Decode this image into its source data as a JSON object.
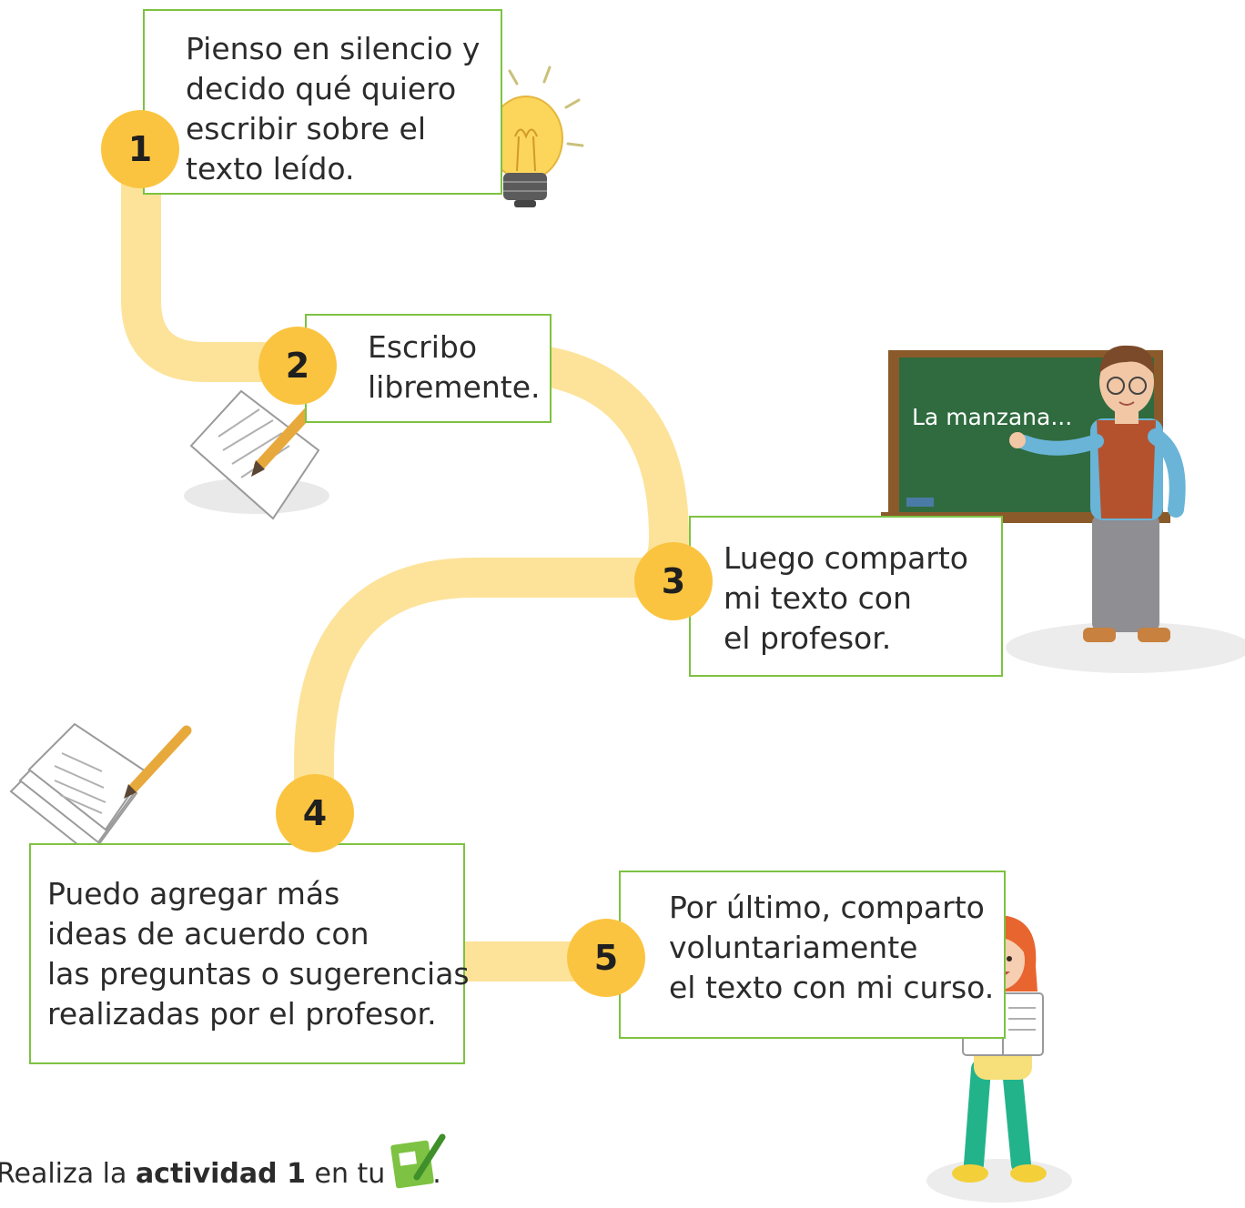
{
  "steps": [
    {
      "number": "1",
      "text": "Pienso en silencio y\ndecido qué quiero\nescribir sobre el\ntexto leído."
    },
    {
      "number": "2",
      "text": "Escribo\nlibremente."
    },
    {
      "number": "3",
      "text": "Luego comparto\nmi texto con\nel profesor."
    },
    {
      "number": "4",
      "text": "Puedo agregar más\nideas de acuerdo con\nlas preguntas o sugerencias\nrealizadas por el profesor."
    },
    {
      "number": "5",
      "text": "Por último,  comparto\nvoluntariamente\nel texto con mi curso."
    }
  ],
  "chalkboard_text": "La manzana...",
  "footer": {
    "prefix": "Realiza la ",
    "bold": "actividad 1",
    "suffix": " en tu",
    "end": ".",
    "icon": "workbook-icon"
  },
  "colors": {
    "path": "#fde39a",
    "badge": "#fbc440",
    "box_border": "#7dc242",
    "chalkboard": "#2f6b3f",
    "chalkboard_frame": "#8a5a2b"
  }
}
